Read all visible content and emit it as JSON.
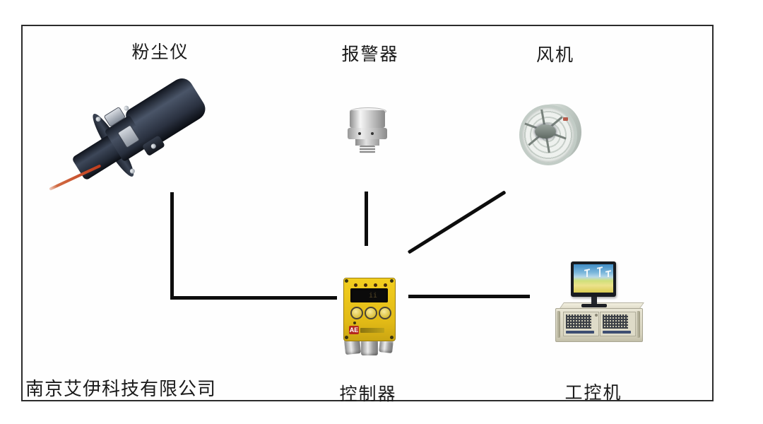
{
  "diagram": {
    "company": "南京艾伊科技有限公司",
    "nodes": [
      {
        "id": "dust-meter",
        "label": "粉尘仪"
      },
      {
        "id": "alarm",
        "label": "报警器"
      },
      {
        "id": "fan",
        "label": "风机"
      },
      {
        "id": "controller",
        "label": "控制器"
      },
      {
        "id": "industrial-computer",
        "label": "工控机"
      }
    ],
    "connections": [
      {
        "from": "dust-meter",
        "to": "controller",
        "shape": "elbow-down-right"
      },
      {
        "from": "alarm",
        "to": "controller",
        "shape": "vertical"
      },
      {
        "from": "fan",
        "to": "controller",
        "shape": "diagonal"
      },
      {
        "from": "controller",
        "to": "industrial-computer",
        "shape": "horizontal"
      }
    ]
  },
  "devices": {
    "controller": {
      "logo_text": "AE",
      "display_text": "ii"
    }
  },
  "colors": {
    "line": "#0d0d0d",
    "frame_border": "#2b2b2b",
    "controller_yellow": "#e8c01a",
    "laser_red": "#c23c1c",
    "chassis_beige": "#dfdcc9",
    "fan_gray": "#ccd5cf"
  }
}
